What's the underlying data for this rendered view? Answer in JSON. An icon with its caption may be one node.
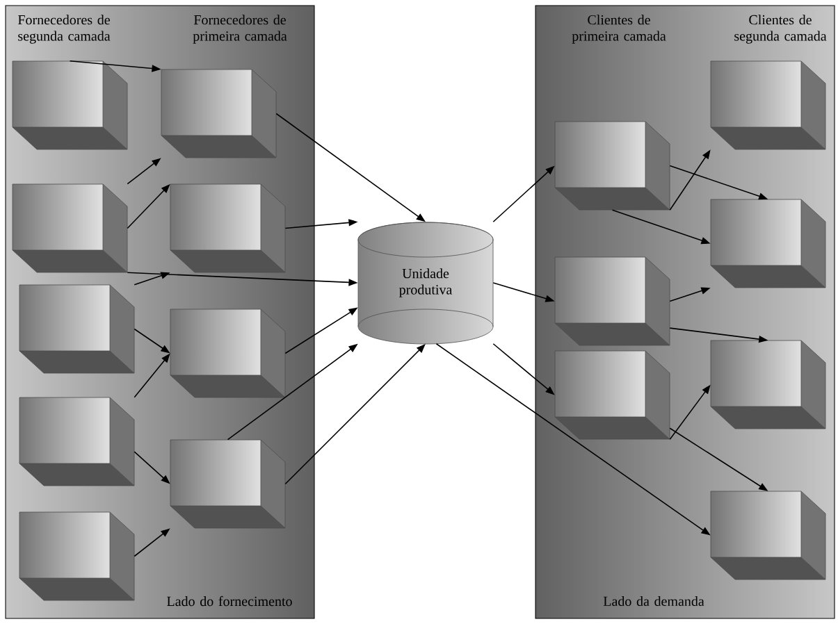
{
  "diagram": {
    "nodes": [
      {
        "text": [
          "Fornecedores de segunda camada",
          "Fornecedores de primeira camada",
          "Lado do fornecimento"
        ]
      },
      {
        "text": [],
        "shape": "box",
        "in": 0
      },
      {
        "text": [],
        "shape": "box",
        "in": 0
      },
      {
        "text": [],
        "shape": "box",
        "in": 0
      },
      {
        "text": [],
        "shape": "box",
        "in": 0
      },
      {
        "text": [],
        "shape": "box",
        "in": 0
      },
      {
        "text": [],
        "shape": "box",
        "in": 0
      },
      {
        "text": [],
        "shape": "box",
        "in": 0
      },
      {
        "text": [],
        "shape": "box",
        "in": 0
      },
      {
        "text": [],
        "shape": "box",
        "in": 0
      },
      {
        "text": [
          "Unidade produtiva"
        ]
      },
      {
        "text": [
          "Clientes de primeira camada",
          "Clientes de segunda camada",
          "Lado da demanda"
        ]
      },
      {
        "text": [],
        "shape": "box",
        "in": 11
      },
      {
        "text": [],
        "shape": "box",
        "in": 11
      },
      {
        "text": [],
        "shape": "box",
        "in": 11
      },
      {
        "text": [],
        "shape": "box",
        "in": 11
      },
      {
        "text": [],
        "shape": "box",
        "in": 11
      },
      {
        "text": [],
        "shape": "box",
        "in": 11
      },
      {
        "text": [],
        "shape": "box",
        "in": 11
      }
    ],
    "edges": [
      {
        "from": 1,
        "to": 6,
        "arrow": "to"
      },
      {
        "from": 2,
        "to": 6,
        "arrow": "to"
      },
      {
        "from": 2,
        "to": 7,
        "arrow": "to"
      },
      {
        "from": 2,
        "to": 10,
        "arrow": "to"
      },
      {
        "from": 3,
        "to": 7,
        "arrow": "to"
      },
      {
        "from": 3,
        "to": 8,
        "arrow": "to"
      },
      {
        "from": 4,
        "to": 8,
        "arrow": "to"
      },
      {
        "from": 4,
        "to": 9,
        "arrow": "to"
      },
      {
        "from": 5,
        "to": 9,
        "arrow": "to"
      },
      {
        "from": 6,
        "to": 10,
        "arrow": "to"
      },
      {
        "from": 7,
        "to": 10,
        "arrow": "to"
      },
      {
        "from": 8,
        "to": 10,
        "arrow": "to"
      },
      {
        "from": 9,
        "to": 10,
        "arrow": "to"
      },
      {
        "from": 9,
        "to": 10,
        "arrow": "to"
      },
      {
        "from": 10,
        "to": 12,
        "arrow": "to"
      },
      {
        "from": 10,
        "to": 13,
        "arrow": "to"
      },
      {
        "from": 10,
        "to": 14,
        "arrow": "to"
      },
      {
        "from": 10,
        "to": 18,
        "arrow": "to"
      },
      {
        "from": 12,
        "to": 15,
        "arrow": "to"
      },
      {
        "from": 12,
        "to": 16,
        "arrow": "to"
      },
      {
        "from": 12,
        "to": 16,
        "arrow": "to"
      },
      {
        "from": 13,
        "to": 16,
        "arrow": "to"
      },
      {
        "from": 13,
        "to": 17,
        "arrow": "to"
      },
      {
        "from": 14,
        "to": 17,
        "arrow": "to"
      },
      {
        "from": 14,
        "to": 18,
        "arrow": "to"
      }
    ]
  }
}
